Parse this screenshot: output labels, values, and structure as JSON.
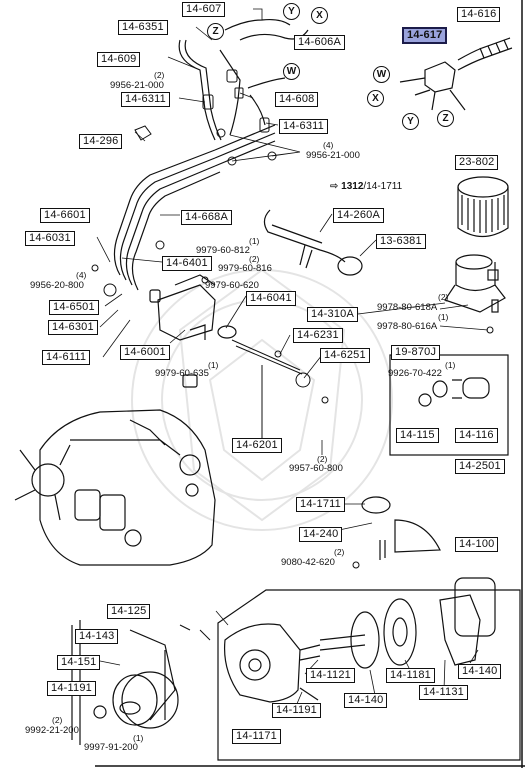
{
  "parts": {
    "p14_607": "14-607",
    "p14_6351": "14-6351",
    "p14_606a": "14-606A",
    "p14_609": "14-609",
    "p14_6311a": "14-6311",
    "p14_608": "14-608",
    "p14_6311b": "14-6311",
    "p14_296": "14-296",
    "p14_616": "14-616",
    "p14_617": "14-617",
    "p23_802": "23-802",
    "p14_6601": "14-6601",
    "p14_668a": "14-668A",
    "p14_260a": "14-260A",
    "p14_6031": "14-6031",
    "p13_6381": "13-6381",
    "p14_6401": "14-6401",
    "p14_6041": "14-6041",
    "p14_6501": "14-6501",
    "p14_310a": "14-310A",
    "p14_6301": "14-6301",
    "p14_6231": "14-6231",
    "p14_6111": "14-6111",
    "p14_6001": "14-6001",
    "p14_6251": "14-6251",
    "p19_870j": "19-870J",
    "p14_115": "14-115",
    "p14_116": "14-116",
    "p14_6201": "14-6201",
    "p14_2501": "14-2501",
    "p14_1711": "14-1711",
    "p14_240": "14-240",
    "p14_100": "14-100",
    "p14_125": "14-125",
    "p14_143": "14-143",
    "p14_151": "14-151",
    "p14_1121": "14-1121",
    "p14_1181": "14-1181",
    "p14_140a": "14-140",
    "p14_140b": "14-140",
    "p14_1131": "14-1131",
    "p14_1191a": "14-1191",
    "p14_1191b": "14-1191",
    "p14_1171": "14-1171"
  },
  "numbers": {
    "n9956_21_000a": "9956-21-000",
    "n9956_21_000b": "9956-21-000",
    "n9979_60_812": "9979-60-812",
    "n9979_60_816": "9979-60-816",
    "n9956_20_800": "9956-20-800",
    "n9979_60_620": "9979-60-620",
    "n9978_80_618a": "9978-80-618A",
    "n9978_80_616a": "9978-80-616A",
    "n9926_70_422": "9926-70-422",
    "n9979_60_635": "9979-60-635",
    "n9957_60_800": "9957-60-800",
    "n9080_42_620": "9080-42-620",
    "n9992_21_200": "9992-21-200",
    "n9997_91_200": "9997-91-200"
  },
  "quantities": {
    "q1": "(2)",
    "q2": "(4)",
    "q3": "(1)",
    "q4": "(2)",
    "q5": "(4)",
    "q6": "(2)",
    "q7": "(1)",
    "q8": "(1)",
    "q9": "(1)",
    "q10": "(2)",
    "q11": "(2)",
    "q12": "(2)",
    "q13": "(1)"
  },
  "reference": {
    "bold": "1312",
    "rest": "/14-1711"
  },
  "callouts": {
    "y": "Y",
    "x": "X",
    "w": "W",
    "z": "Z"
  },
  "colors": {
    "line": "#111111",
    "selected_fill": "#9aa3dc",
    "selected_border": "#1c1c4a",
    "watermark": "#e6e6e6"
  }
}
